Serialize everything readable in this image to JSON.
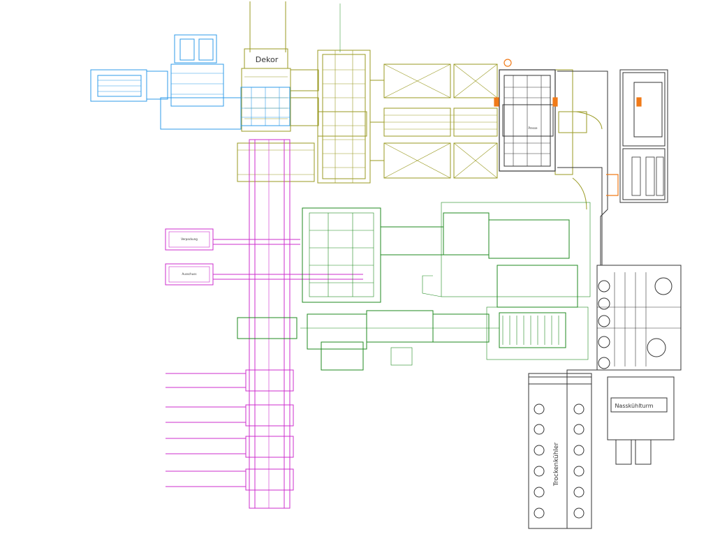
{
  "labels": {
    "dekor": "Dekor",
    "presse": "Presse",
    "nasskuehlturm": "Nasskühlturm",
    "trockenkuehler": "Trockenkühler",
    "verpackung_1": "Verpackung",
    "ausschuss_2": "Ausschuss"
  },
  "colors": {
    "blue": "#2f9be8",
    "olive": "#9a9a22",
    "magenta": "#cc2ccc",
    "green": "#1f8a1f",
    "dark": "#333333",
    "orange": "#f07a18"
  }
}
